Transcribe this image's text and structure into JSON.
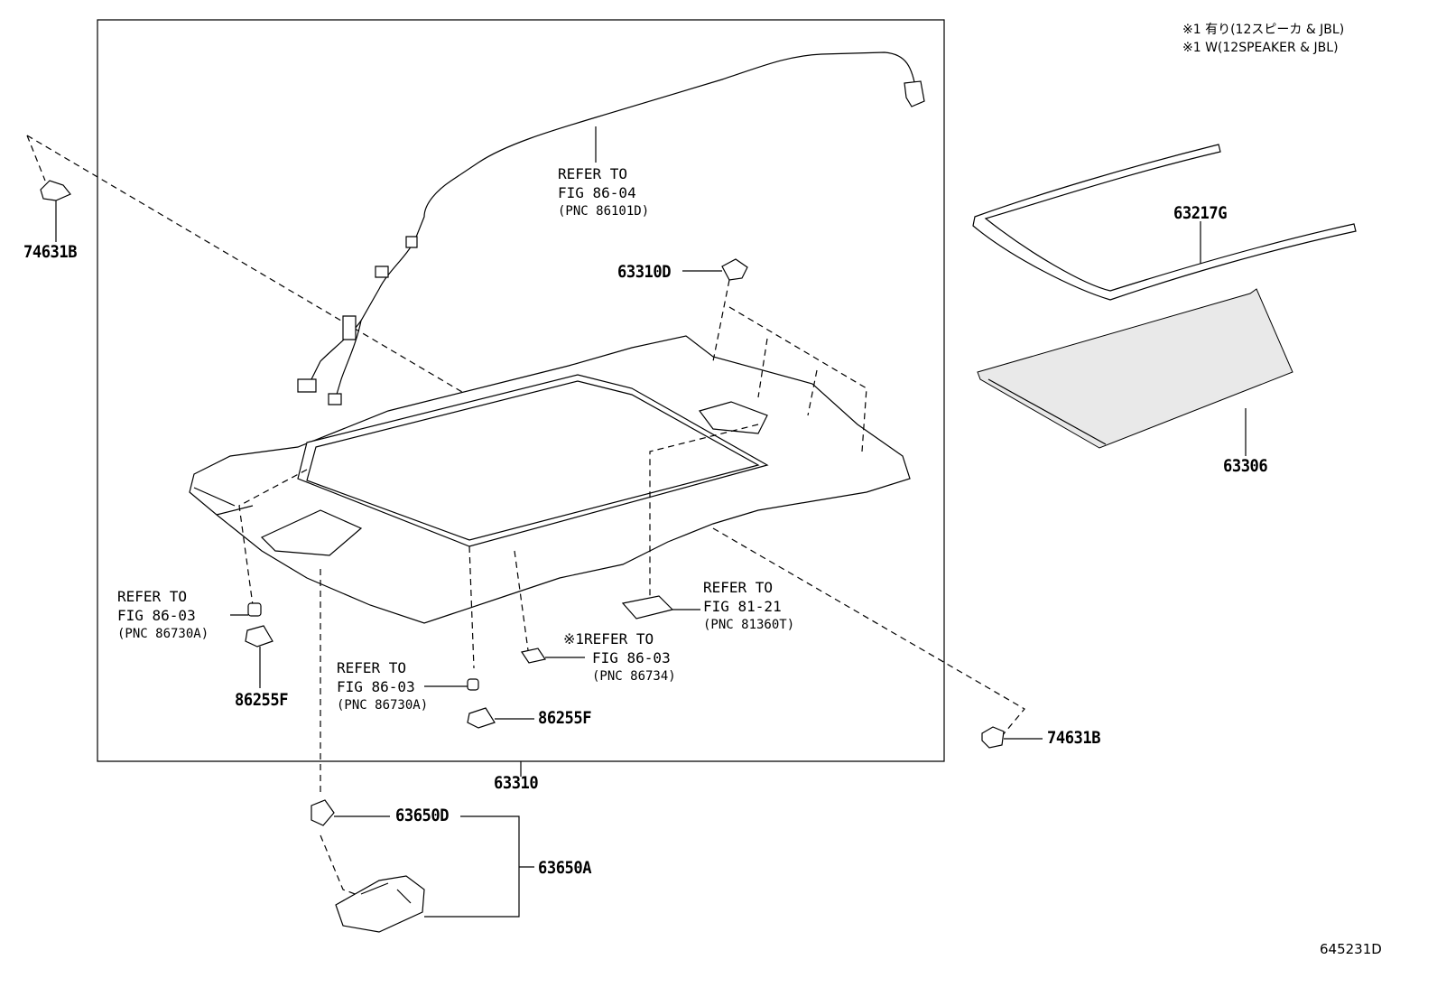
{
  "notes": {
    "line_jp": "※1 有り(12スピーカ & JBL)",
    "line_en": "※1 W(12SPEAKER & JBL)"
  },
  "illustration_code": "645231D",
  "part_numbers": {
    "p74631B_left": "74631B",
    "p74631B_right": "74631B",
    "p63217G": "63217G",
    "p63306": "63306",
    "p63310D": "63310D",
    "p63310": "63310",
    "p86255F_left": "86255F",
    "p86255F_mid": "86255F",
    "p63650D": "63650D",
    "p63650A": "63650A"
  },
  "references": {
    "wire": {
      "line1": "REFER TO",
      "line2": "FIG 86-04",
      "line3": "(PNC 86101D)"
    },
    "left_speaker": {
      "line1": "REFER TO",
      "line2": "FIG 86-03",
      "line3": "(PNC 86730A)"
    },
    "mid_speaker": {
      "line1": "REFER TO",
      "line2": "FIG 86-03",
      "line3": "(PNC 86730A)"
    },
    "jbl_speaker": {
      "line1": "※1REFER TO",
      "line2": "FIG 86-03",
      "line3": "(PNC 86734)"
    },
    "room_lamp": {
      "line1": "REFER TO",
      "line2": "FIG 81-21",
      "line3": "(PNC 81360T)"
    }
  }
}
